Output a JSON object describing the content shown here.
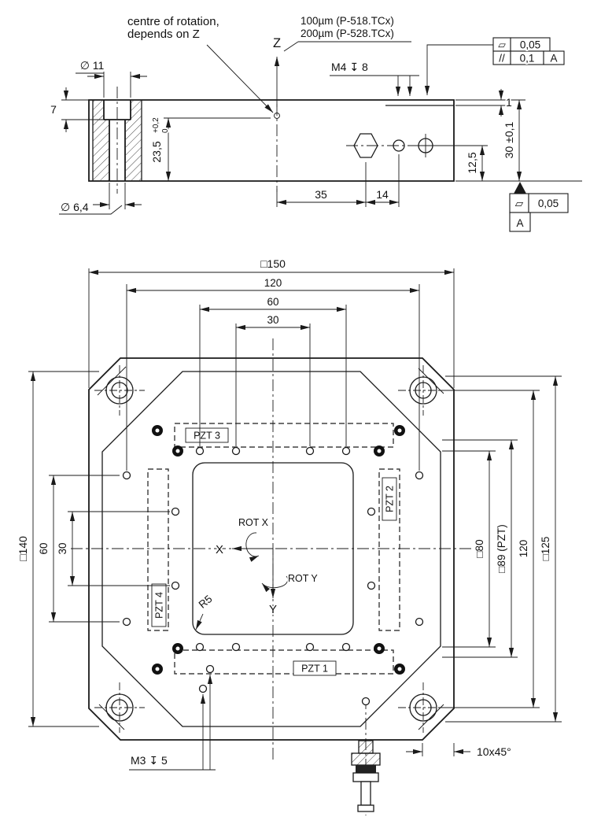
{
  "side_view": {
    "note_line1": "centre of rotation,",
    "note_line2": "depends on Z",
    "z_axis": "Z",
    "travel_option1": "100µm (P-518.TCx)",
    "travel_option2": "200µm (P-528.TCx)",
    "thread_note": "M4 ↧ 8",
    "fcf_flatness_symbol": "▱",
    "fcf_flatness_value": "0,05",
    "fcf_parallel_symbol": "//",
    "fcf_parallel_value": "0,1",
    "fcf_parallel_datum": "A",
    "dim_counterbore_dia": "∅ 11",
    "dim_counterbore_depth": "7",
    "dim_height_value": "23,5",
    "dim_height_tol_upper": "+0,2",
    "dim_height_tol_lower": "0",
    "dim_gap": "1",
    "dim_total_height": "30 ±0,1",
    "dim_connector_height": "12,5",
    "dim_35": "35",
    "dim_14": "14",
    "dim_through_dia": "∅ 6,4",
    "fcf_bottom_symbol": "▱",
    "fcf_bottom_value": "0,05",
    "datum_label": "A"
  },
  "plan_view": {
    "dim_overall": "□150",
    "dim_120_top": "120",
    "dim_60_top": "60",
    "dim_30_top": "30",
    "dim_140": "□140",
    "dim_60_left": "60",
    "dim_30_left": "30",
    "pzt1": "PZT 1",
    "pzt2": "PZT 2",
    "pzt3": "PZT 3",
    "pzt4": "PZT 4",
    "rot_x": "ROT X",
    "rot_y": "ROT Y",
    "axis_x": "X",
    "axis_y": "Y",
    "radius_note": "R5",
    "dim_80": "□80",
    "dim_89": "□89 (PZT)",
    "dim_120_right": "120",
    "dim_125": "□125",
    "thread_note": "M3 ↧ 5",
    "chamfer_note": "10x45°"
  }
}
